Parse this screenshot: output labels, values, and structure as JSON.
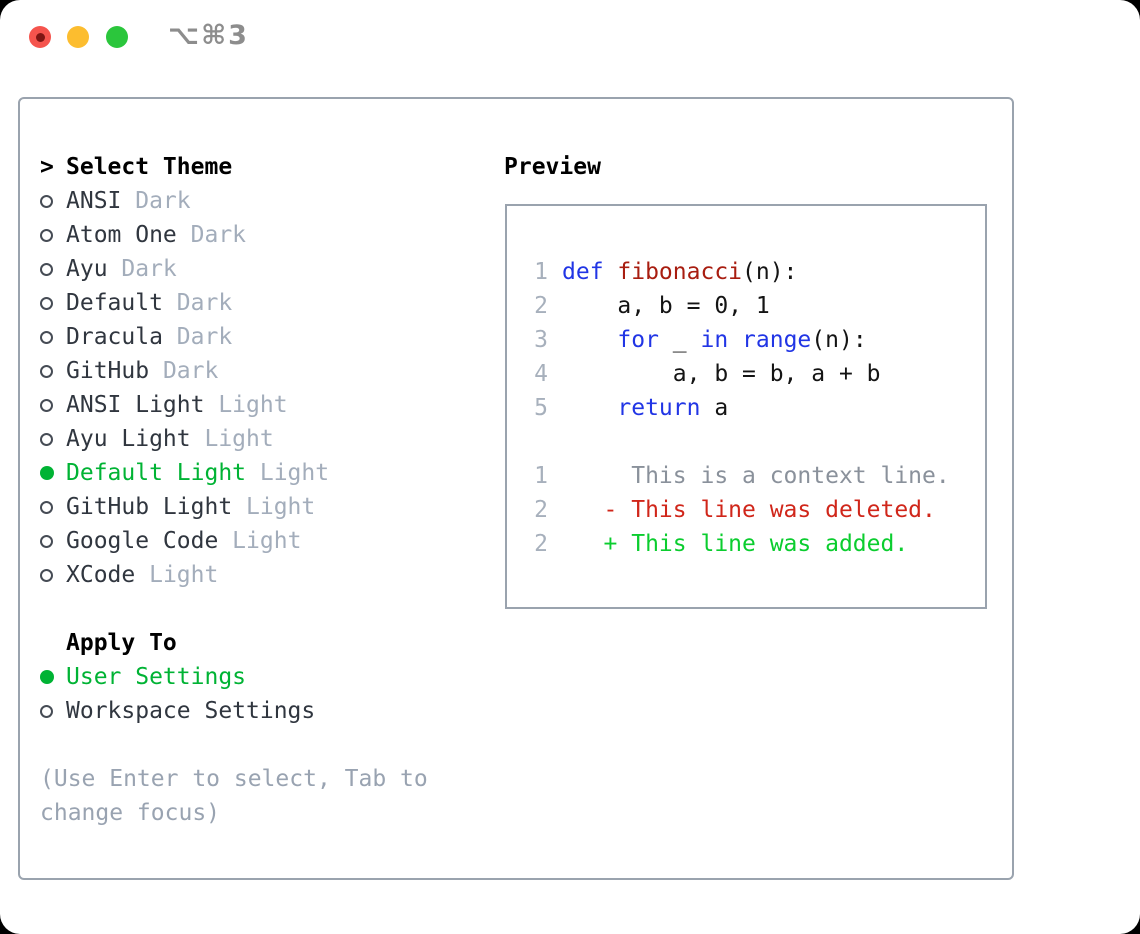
{
  "colors": {
    "tl-red": "#f5544d",
    "tl-red-dot": "#7e1613",
    "tl-yellow": "#fcbd2f",
    "tl-green": "#2bc63c",
    "title": "#8d8d8d",
    "border": "#9aa3ae",
    "ink": "#000000",
    "item": "#30363f",
    "radio": "#464c55",
    "muted": "#a3adbb",
    "hint": "#99a3b1",
    "green": "#00b334",
    "num": "#a7b0bc",
    "kw": "#2135e5",
    "fn": "#a81d10",
    "code": "#141414",
    "ctx": "#8a919b",
    "del": "#d0261a",
    "add": "#0bcd2f"
  },
  "window": {
    "title": "⌥⌘3"
  },
  "panel": {
    "theme_list": {
      "prompt": ">",
      "header": "Select Theme",
      "items": [
        {
          "name": "ANSI",
          "variant": "Dark",
          "selected": false
        },
        {
          "name": "Atom One",
          "variant": "Dark",
          "selected": false
        },
        {
          "name": "Ayu",
          "variant": "Dark",
          "selected": false
        },
        {
          "name": "Default",
          "variant": "Dark",
          "selected": false
        },
        {
          "name": "Dracula",
          "variant": "Dark",
          "selected": false
        },
        {
          "name": "GitHub",
          "variant": "Dark",
          "selected": false
        },
        {
          "name": "ANSI Light",
          "variant": "Light",
          "selected": false
        },
        {
          "name": "Ayu Light",
          "variant": "Light",
          "selected": false
        },
        {
          "name": "Default Light",
          "variant": "Light",
          "selected": true
        },
        {
          "name": "GitHub Light",
          "variant": "Light",
          "selected": false
        },
        {
          "name": "Google Code",
          "variant": "Light",
          "selected": false
        },
        {
          "name": "XCode",
          "variant": "Light",
          "selected": false
        }
      ]
    },
    "apply_to": {
      "header": "Apply To",
      "options": [
        {
          "label": "User Settings",
          "selected": true
        },
        {
          "label": "Workspace Settings",
          "selected": false
        }
      ]
    },
    "hint": [
      "(Use Enter to select, Tab to",
      "change focus)"
    ],
    "preview": {
      "title": "Preview",
      "code_lines": [
        {
          "num": "1",
          "segments": [
            {
              "text": "def ",
              "color": "kw"
            },
            {
              "text": "fibonacci",
              "color": "fn"
            },
            {
              "text": "(n):",
              "color": "code"
            }
          ]
        },
        {
          "num": "2",
          "segments": [
            {
              "text": "    a, b = 0, 1",
              "color": "code"
            }
          ]
        },
        {
          "num": "3",
          "segments": [
            {
              "text": "    ",
              "color": "code"
            },
            {
              "text": "for",
              "color": "kw"
            },
            {
              "text": " _ ",
              "color": "code"
            },
            {
              "text": "in",
              "color": "kw"
            },
            {
              "text": " ",
              "color": "code"
            },
            {
              "text": "range",
              "color": "kw"
            },
            {
              "text": "(n):",
              "color": "code"
            }
          ]
        },
        {
          "num": "4",
          "segments": [
            {
              "text": "        a, b = b, a + b",
              "color": "code"
            }
          ]
        },
        {
          "num": "5",
          "segments": [
            {
              "text": "    ",
              "color": "code"
            },
            {
              "text": "return",
              "color": "kw"
            },
            {
              "text": " a",
              "color": "code"
            }
          ]
        },
        {
          "num": "",
          "segments": []
        },
        {
          "num": "1",
          "segments": [
            {
              "text": "     This is a context line.",
              "color": "ctx"
            }
          ]
        },
        {
          "num": "2",
          "segments": [
            {
              "text": "   - This line was deleted.",
              "color": "del"
            }
          ]
        },
        {
          "num": "2",
          "segments": [
            {
              "text": "   + This line was added.",
              "color": "add"
            }
          ]
        }
      ]
    }
  }
}
